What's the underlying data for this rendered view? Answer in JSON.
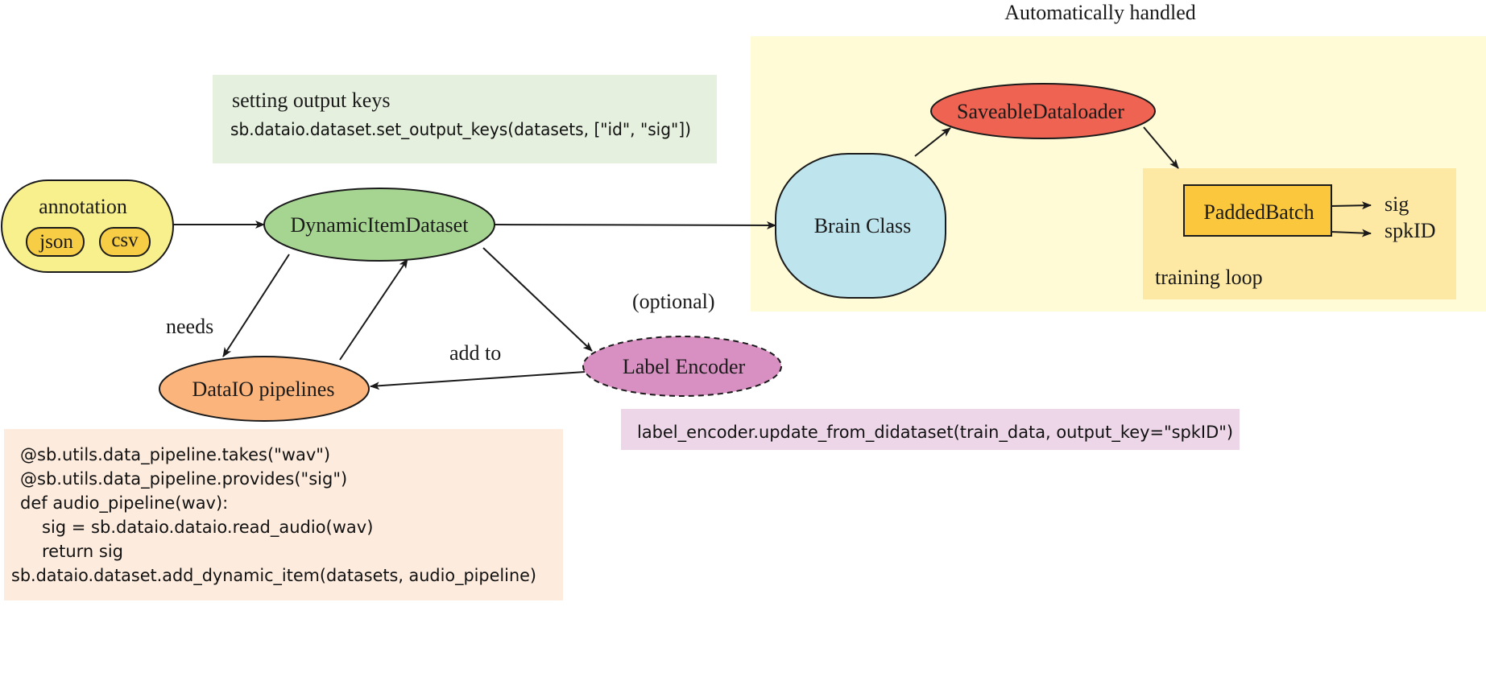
{
  "regions": {
    "auto_title": "Automatically handled",
    "training_loop": "training loop",
    "output_keys_heading": "setting output keys",
    "output_keys_code": "sb.dataio.dataset.set_output_keys(datasets, [\"id\", \"sig\"])"
  },
  "nodes": {
    "annotation": "annotation",
    "json": "json",
    "csv": "csv",
    "dynamic_dataset": "DynamicItemDataset",
    "dataio_pipelines": "DataIO pipelines",
    "label_encoder": "Label Encoder",
    "brain_class": "Brain Class",
    "saveable_dataloader": "SaveableDataloader",
    "padded_batch": "PaddedBatch"
  },
  "edge_labels": {
    "needs": "needs",
    "add_to": "add to",
    "optional": "(optional)"
  },
  "outputs": [
    "sig",
    "spkID"
  ],
  "pipeline_code": [
    "@sb.utils.data_pipeline.takes(\"wav\")",
    "@sb.utils.data_pipeline.provides(\"sig\")",
    "def audio_pipeline(wav):",
    "sig = sb.dataio.dataio.read_audio(wav)",
    "return sig",
    "sb.dataio.dataset.add_dynamic_item(datasets, audio_pipeline)"
  ],
  "label_encoder_code": "label_encoder.update_from_didataset(train_data, output_key=\"spkID\")",
  "colors": {
    "auto_region": "#fffbd6",
    "training_loop": "#fde9a3",
    "output_keys_box": "#e6f0de",
    "pipeline_code_box": "#fdebdd",
    "label_code_box": "#ecd6e8",
    "annotation": "#f8f08c",
    "json_csv": "#f7cd45",
    "dynamic_dataset": "#a6d592",
    "dataio_pipelines": "#fbb47c",
    "label_encoder": "#d890c2",
    "brain_class": "#bee4ee",
    "saveable_dataloader": "#ee6351",
    "padded_batch": "#fbc73c"
  }
}
